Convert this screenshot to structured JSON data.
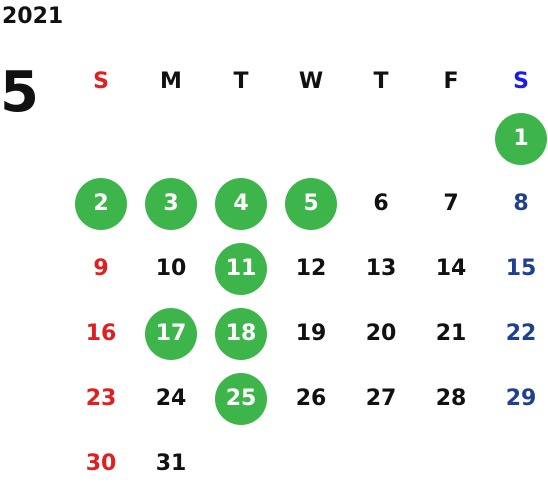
{
  "calendar": {
    "year": "2021",
    "month": "5",
    "weekdays": [
      "S",
      "M",
      "T",
      "W",
      "T",
      "F",
      "S"
    ],
    "leading_blank_days": 6,
    "days": [
      {
        "label": "1",
        "highlighted": true
      },
      {
        "label": "2",
        "highlighted": true
      },
      {
        "label": "3",
        "highlighted": true
      },
      {
        "label": "4",
        "highlighted": true
      },
      {
        "label": "5",
        "highlighted": true
      },
      {
        "label": "6",
        "highlighted": false
      },
      {
        "label": "7",
        "highlighted": false
      },
      {
        "label": "8",
        "highlighted": false
      },
      {
        "label": "9",
        "highlighted": false
      },
      {
        "label": "10",
        "highlighted": false
      },
      {
        "label": "11",
        "highlighted": true
      },
      {
        "label": "12",
        "highlighted": false
      },
      {
        "label": "13",
        "highlighted": false
      },
      {
        "label": "14",
        "highlighted": false
      },
      {
        "label": "15",
        "highlighted": false
      },
      {
        "label": "16",
        "highlighted": false
      },
      {
        "label": "17",
        "highlighted": true
      },
      {
        "label": "18",
        "highlighted": true
      },
      {
        "label": "19",
        "highlighted": false
      },
      {
        "label": "20",
        "highlighted": false
      },
      {
        "label": "21",
        "highlighted": false
      },
      {
        "label": "22",
        "highlighted": false
      },
      {
        "label": "23",
        "highlighted": false
      },
      {
        "label": "24",
        "highlighted": false
      },
      {
        "label": "25",
        "highlighted": true
      },
      {
        "label": "26",
        "highlighted": false
      },
      {
        "label": "27",
        "highlighted": false
      },
      {
        "label": "28",
        "highlighted": false
      },
      {
        "label": "29",
        "highlighted": false
      },
      {
        "label": "30",
        "highlighted": false
      },
      {
        "label": "31",
        "highlighted": false
      }
    ],
    "colors": {
      "highlight": "#3db54a",
      "sunday": "#e02020",
      "saturday_header": "#1a1aee",
      "saturday": "#1f3f8f",
      "weekday": "#111111"
    }
  }
}
